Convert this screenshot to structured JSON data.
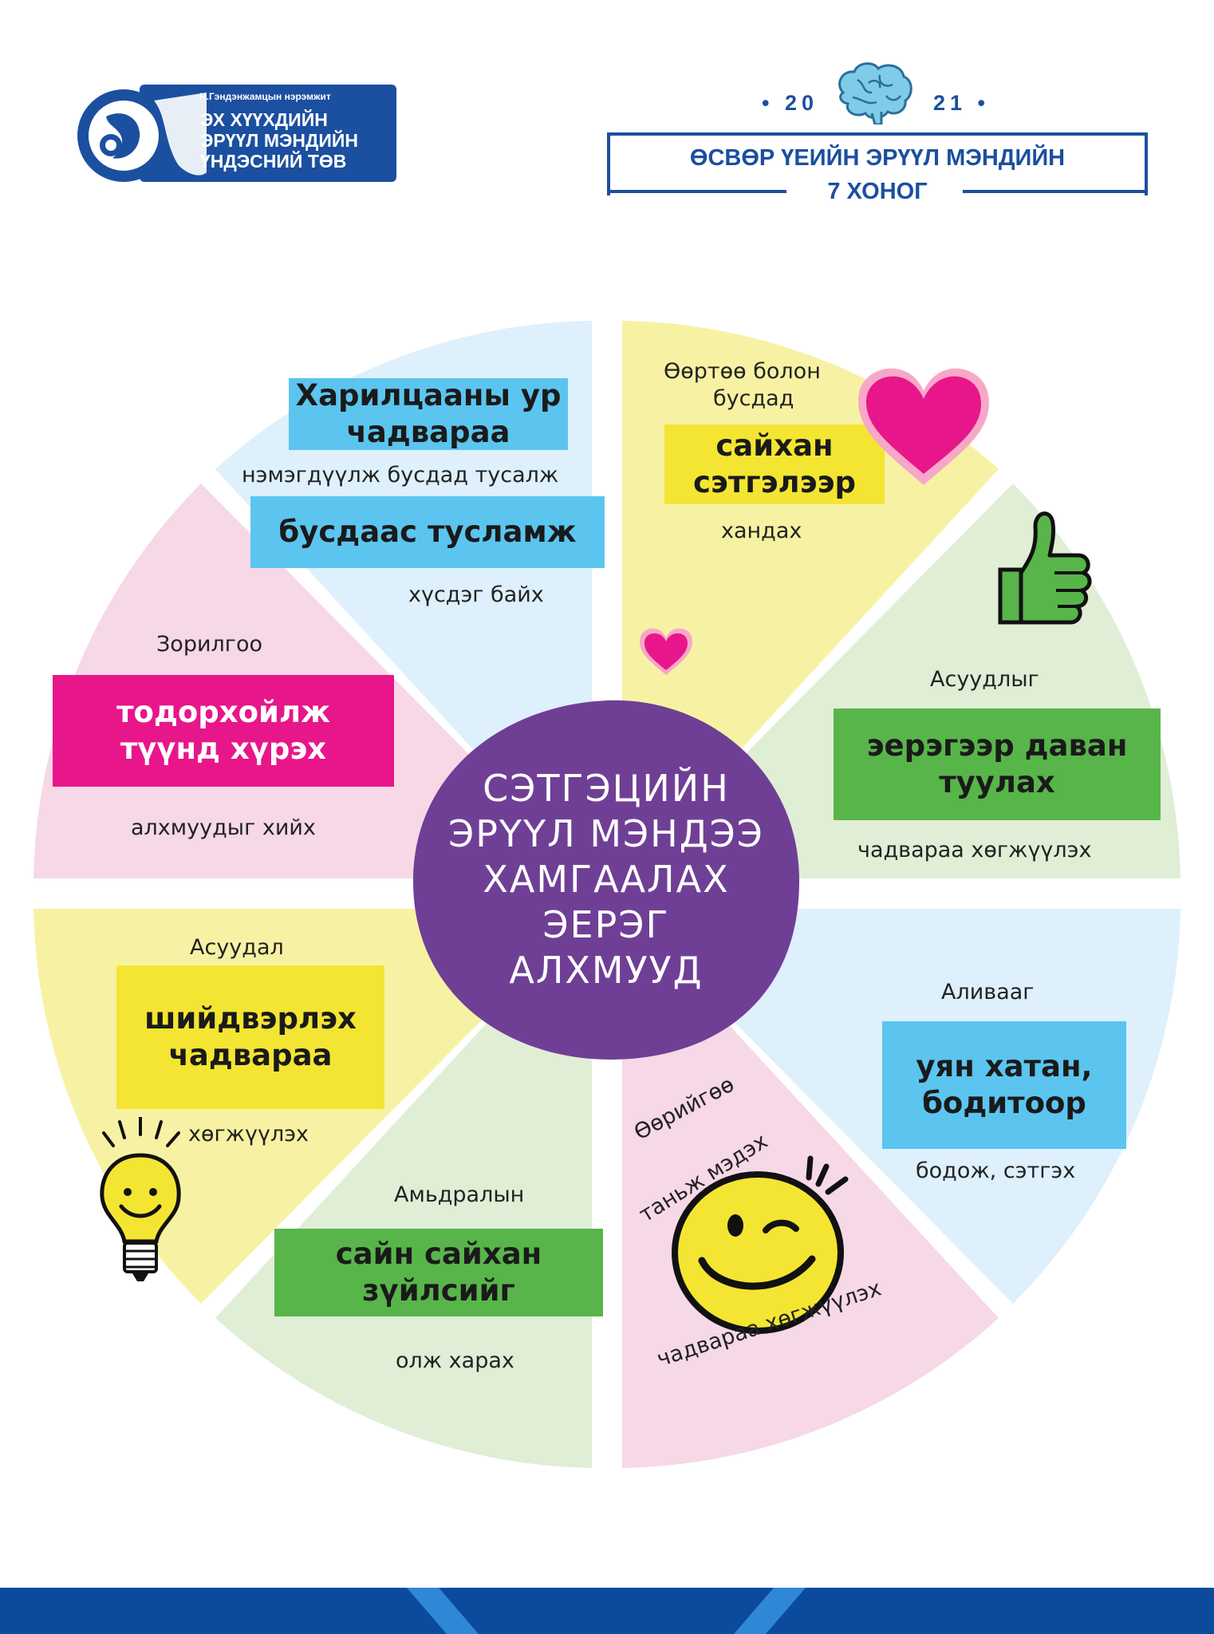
{
  "logo": {
    "small_line": "Н.Гэндэнжамцын нэрэмжит",
    "lines": [
      "ЭХ ХҮҮХДИЙН",
      "ЭРҮҮЛ МЭНДИЙН",
      "ҮНДЭСНИЙ ТӨВ"
    ]
  },
  "header": {
    "year_left": "• 20",
    "year_right": "21 •",
    "title_line1": "ӨСВӨР ҮЕИЙН ЭРҮҮЛ МЭНДИЙН",
    "title_line2": "7 ХОНОГ"
  },
  "center": {
    "lines": [
      "СЭТГЭЦИЙН",
      "ЭРҮҮЛ МЭНДЭЭ",
      "ХАМГААЛАХ",
      "ЭЕРЭГ",
      "АЛХМУУД"
    ]
  },
  "segments": [
    {
      "id": "communication",
      "box1": [
        "Харилцааны ур",
        "чадвараа"
      ],
      "mid": "нэмэгдүүлж бусдад тусалж",
      "box2": [
        "бусдаас тусламж"
      ],
      "after": "хүсдэг байх"
    },
    {
      "id": "kindness",
      "before": [
        "Өөртөө болон",
        "бусдад"
      ],
      "box": [
        "сайхан",
        "сэтгэлээр"
      ],
      "after": "хандах"
    },
    {
      "id": "problems",
      "before": "Асуудлыг",
      "box": [
        "эерэгээр даван",
        "туулах"
      ],
      "after": "чадвараа хөгжүүлэх"
    },
    {
      "id": "flexible",
      "before": "Аливааг",
      "box": [
        "уян хатан,",
        "бодитоор"
      ],
      "after": "бодож, сэтгэх"
    },
    {
      "id": "self-knowledge",
      "arc_top": [
        "Өөрийгөө",
        "таньж мэдэх"
      ],
      "arc_bottom": "чадвараа хөгжүүлэх"
    },
    {
      "id": "life",
      "before": "Амьдралын",
      "box": [
        "сайн сайхан",
        "зүйлсийг"
      ],
      "after": "олж харах"
    },
    {
      "id": "decision",
      "before": "Асуудал",
      "box": [
        "шийдвэрлэх",
        "чадвараа"
      ],
      "after": "хөгжүүлэх"
    },
    {
      "id": "goal",
      "before": "Зорилгоо",
      "box": [
        "тодорхойлж",
        "түүнд хүрэх"
      ],
      "after": "алхмуудыг хийх"
    }
  ],
  "colors": {
    "brand_blue": "#1b4fa0",
    "center_purple": "#6f3f96",
    "pink_box": "#e8168b",
    "green_box": "#58b54a",
    "blue_box": "#5bc5ef",
    "yellow_box": "#f4e532",
    "wedge_blue": "#ddf0fb",
    "wedge_yellow": "#f7f2a3",
    "wedge_green": "#e0eed6",
    "wedge_pink": "#f6d8e6"
  }
}
